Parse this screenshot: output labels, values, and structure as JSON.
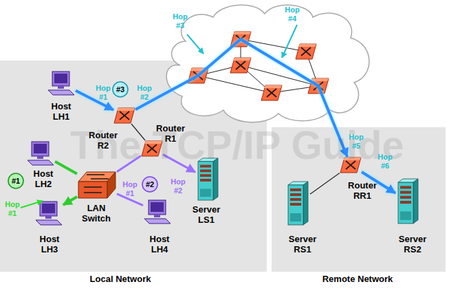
{
  "diagram": {
    "nodes": [
      {
        "text": [
          "Local Network"
        ]
      },
      {
        "text": [
          "Host LH1"
        ],
        "in": 0
      },
      {
        "text": [
          "#3"
        ],
        "in": 0
      },
      {
        "text": [
          "Router R2"
        ],
        "in": 0
      },
      {
        "text": [
          "Router R1"
        ],
        "in": 0
      },
      {
        "text": [
          "Host LH2"
        ],
        "in": 0
      },
      {
        "text": [
          "#1"
        ],
        "in": 0
      },
      {
        "text": [
          "LAN Switch"
        ],
        "in": 0
      },
      {
        "text": [
          "#2"
        ],
        "in": 0
      },
      {
        "text": [
          "Server LS1"
        ],
        "in": 0
      },
      {
        "text": [
          "Host LH3"
        ],
        "in": 0
      },
      {
        "text": [
          "Host LH4"
        ],
        "in": 0
      },
      {
        "text": [
          "Remote Network"
        ]
      },
      {
        "text": [
          "Router RR1"
        ],
        "in": 12
      },
      {
        "text": [
          "Server RS1"
        ],
        "in": 12
      },
      {
        "text": [
          "Server RS2"
        ],
        "in": 12
      }
    ],
    "edges": [
      {
        "from": 1,
        "to": 3,
        "arrow": "to"
      },
      {
        "from": 3,
        "to": 13,
        "arrow": "to"
      },
      {
        "from": 13,
        "to": 15,
        "arrow": "to"
      },
      {
        "from": 5,
        "to": 7,
        "arrow": "none"
      },
      {
        "from": 7,
        "to": 10,
        "arrow": "to"
      },
      {
        "from": 11,
        "to": 7,
        "arrow": "none"
      },
      {
        "from": 7,
        "to": 4,
        "arrow": "none"
      },
      {
        "from": 4,
        "to": 9,
        "arrow": "to"
      },
      {
        "from": 3,
        "to": 4,
        "arrow": "none"
      },
      {
        "from": 13,
        "to": 14,
        "arrow": "none"
      }
    ],
    "labels": [
      "The TCP/IP Guide",
      "Hop #1",
      "Hop #2",
      "Hop #3",
      "Hop #4",
      "Hop #5",
      "Hop #6",
      "Hop #1",
      "Hop #1",
      "Hop #2"
    ]
  }
}
